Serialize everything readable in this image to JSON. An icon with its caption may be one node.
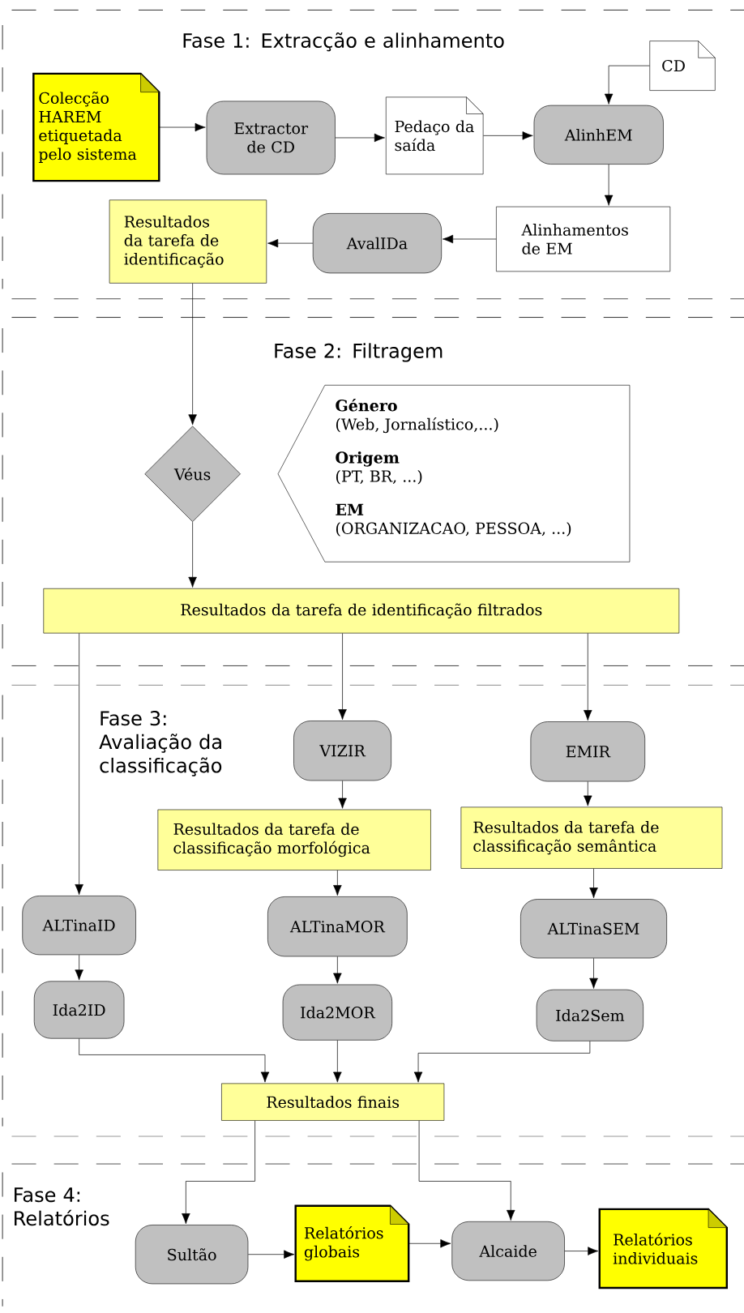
{
  "diagram": {
    "nodes": [
      {
        "text": [
          "Colecção HAREM etiquetada pelo sistema"
        ]
      },
      {
        "text": [
          "Extractor de CD"
        ]
      },
      {
        "text": [
          "Pedaço da saída"
        ]
      },
      {
        "text": [
          "CD"
        ]
      },
      {
        "text": [
          "AlinhEM"
        ]
      },
      {
        "text": [
          "Alinhamentos de EM"
        ]
      },
      {
        "text": [
          "AvalIDa"
        ]
      },
      {
        "text": [
          "Resultados da tarefa de identificação"
        ]
      },
      {
        "text": [
          "Véus"
        ]
      },
      {
        "text": [
          "Género",
          "(Web, Jornalístico,...)",
          "Origem",
          "(PT, BR, ...)",
          "EM",
          "(ORGANIZACAO, PESSOA, ...)"
        ]
      },
      {
        "text": [
          "Resultados da tarefa de identificação filtrados"
        ]
      },
      {
        "text": [
          "VIZIR"
        ]
      },
      {
        "text": [
          "EMIR"
        ]
      },
      {
        "text": [
          "Resultados da tarefa de classificação morfológica"
        ]
      },
      {
        "text": [
          "Resultados da tarefa de classificação semântica"
        ]
      },
      {
        "text": [
          "ALTinaID"
        ]
      },
      {
        "text": [
          "ALTinaMOR"
        ]
      },
      {
        "text": [
          "ALTinaSEM"
        ]
      },
      {
        "text": [
          "Ida2ID"
        ]
      },
      {
        "text": [
          "Ida2MOR"
        ]
      },
      {
        "text": [
          "Ida2Sem"
        ]
      },
      {
        "text": [
          "Resultados finais"
        ]
      },
      {
        "text": [
          "Sultão"
        ]
      },
      {
        "text": [
          "Relatórios globais"
        ]
      },
      {
        "text": [
          "Alcaide"
        ]
      },
      {
        "text": [
          "Relatórios individuais"
        ]
      }
    ],
    "edges": [
      {
        "from": 0,
        "to": 1,
        "arrow": "to"
      },
      {
        "from": 1,
        "to": 2,
        "arrow": "to"
      },
      {
        "from": 2,
        "to": 4,
        "arrow": "to"
      },
      {
        "from": 3,
        "to": 4,
        "arrow": "to"
      },
      {
        "from": 4,
        "to": 5,
        "arrow": "to"
      },
      {
        "from": 5,
        "to": 6,
        "arrow": "to"
      },
      {
        "from": 6,
        "to": 7,
        "arrow": "to"
      },
      {
        "from": 7,
        "to": 8,
        "arrow": "to"
      },
      {
        "from": 8,
        "to": 10,
        "arrow": "to"
      },
      {
        "from": 10,
        "to": 15,
        "arrow": "to"
      },
      {
        "from": 10,
        "to": 11,
        "arrow": "to"
      },
      {
        "from": 10,
        "to": 12,
        "arrow": "to"
      },
      {
        "from": 11,
        "to": 13,
        "arrow": "to"
      },
      {
        "from": 12,
        "to": 14,
        "arrow": "to"
      },
      {
        "from": 13,
        "to": 16,
        "arrow": "to"
      },
      {
        "from": 14,
        "to": 17,
        "arrow": "to"
      },
      {
        "from": 15,
        "to": 18,
        "arrow": "to"
      },
      {
        "from": 16,
        "to": 19,
        "arrow": "to"
      },
      {
        "from": 17,
        "to": 20,
        "arrow": "to"
      },
      {
        "from": 18,
        "to": 21,
        "arrow": "to"
      },
      {
        "from": 19,
        "to": 21,
        "arrow": "to"
      },
      {
        "from": 20,
        "to": 21,
        "arrow": "to"
      },
      {
        "from": 21,
        "to": 22,
        "arrow": "to"
      },
      {
        "from": 21,
        "to": 24,
        "arrow": "to"
      },
      {
        "from": 22,
        "to": 23,
        "arrow": "to"
      },
      {
        "from": 23,
        "to": 24,
        "arrow": "to"
      },
      {
        "from": 24,
        "to": 25,
        "arrow": "to"
      }
    ],
    "labels": [
      "Fase 1: Extracção e alinhamento",
      "Fase 2: Filtragem",
      "Fase 3: Avaliação da classificação",
      "Fase 4: Relatórios"
    ]
  }
}
